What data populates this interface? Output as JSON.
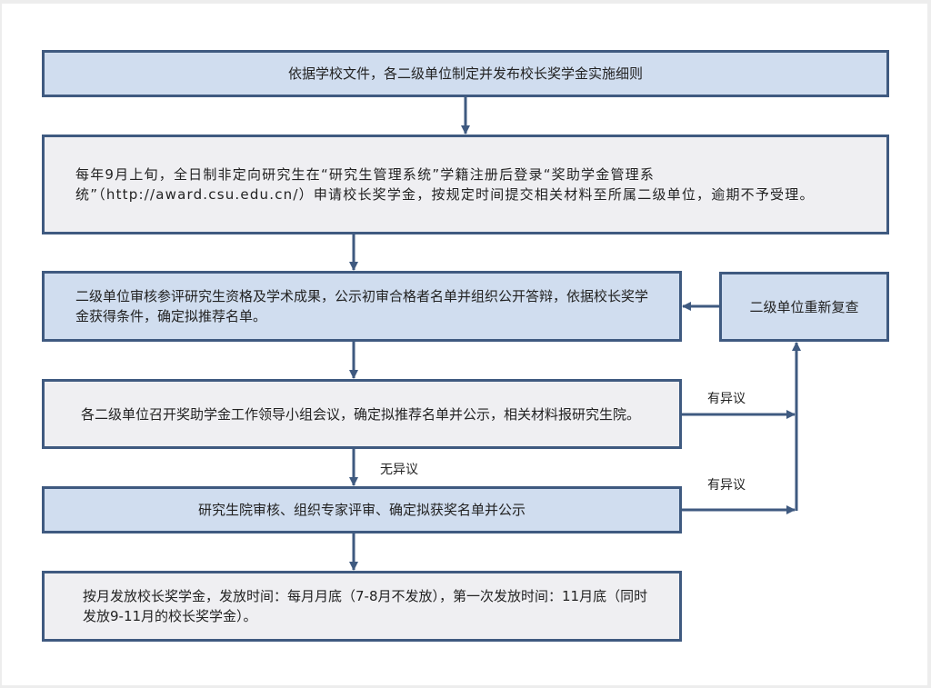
{
  "flowchart": {
    "steps": [
      {
        "id": "step-1",
        "text": "依据学校文件，各二级单位制定并发布校长奖学金实施细则"
      },
      {
        "id": "step-2",
        "text": "每年9月上旬，全日制非定向研究生在“研究生管理系统”学籍注册后登录“奖助学金管理系统”（http://award.csu.edu.cn/）申请校长奖学金，按规定时间提交相关材料至所属二级单位，逾期不予受理。"
      },
      {
        "id": "step-3",
        "text": "二级单位审核参评研究生资格及学术成果，公示初审合格者名单并组织公开答辩，依据校长奖学金获得条件，确定拟推荐名单。"
      },
      {
        "id": "step-4",
        "text": "各二级单位召开奖助学金工作领导小组会议，确定拟推荐名单并公示，相关材料报研究生院。"
      },
      {
        "id": "step-5",
        "text": "研究生院审核、组织专家评审、确定拟获奖名单并公示"
      },
      {
        "id": "step-6",
        "text": "按月发放校长奖学金，发放时间：每月月底（7-8月不发放），第一次发放时间：11月底（同时发放9-11月的校长奖学金）。"
      }
    ],
    "review_box": {
      "text": "二级单位重新复查"
    },
    "edge_labels": {
      "no_objection": "无异议",
      "objection_1": "有异议",
      "objection_2": "有异议"
    },
    "colors": {
      "border": "#3f5a80",
      "blue_fill": "#d0ddef",
      "gray_fill": "#efeff2",
      "arrow": "#3f5a80"
    }
  }
}
